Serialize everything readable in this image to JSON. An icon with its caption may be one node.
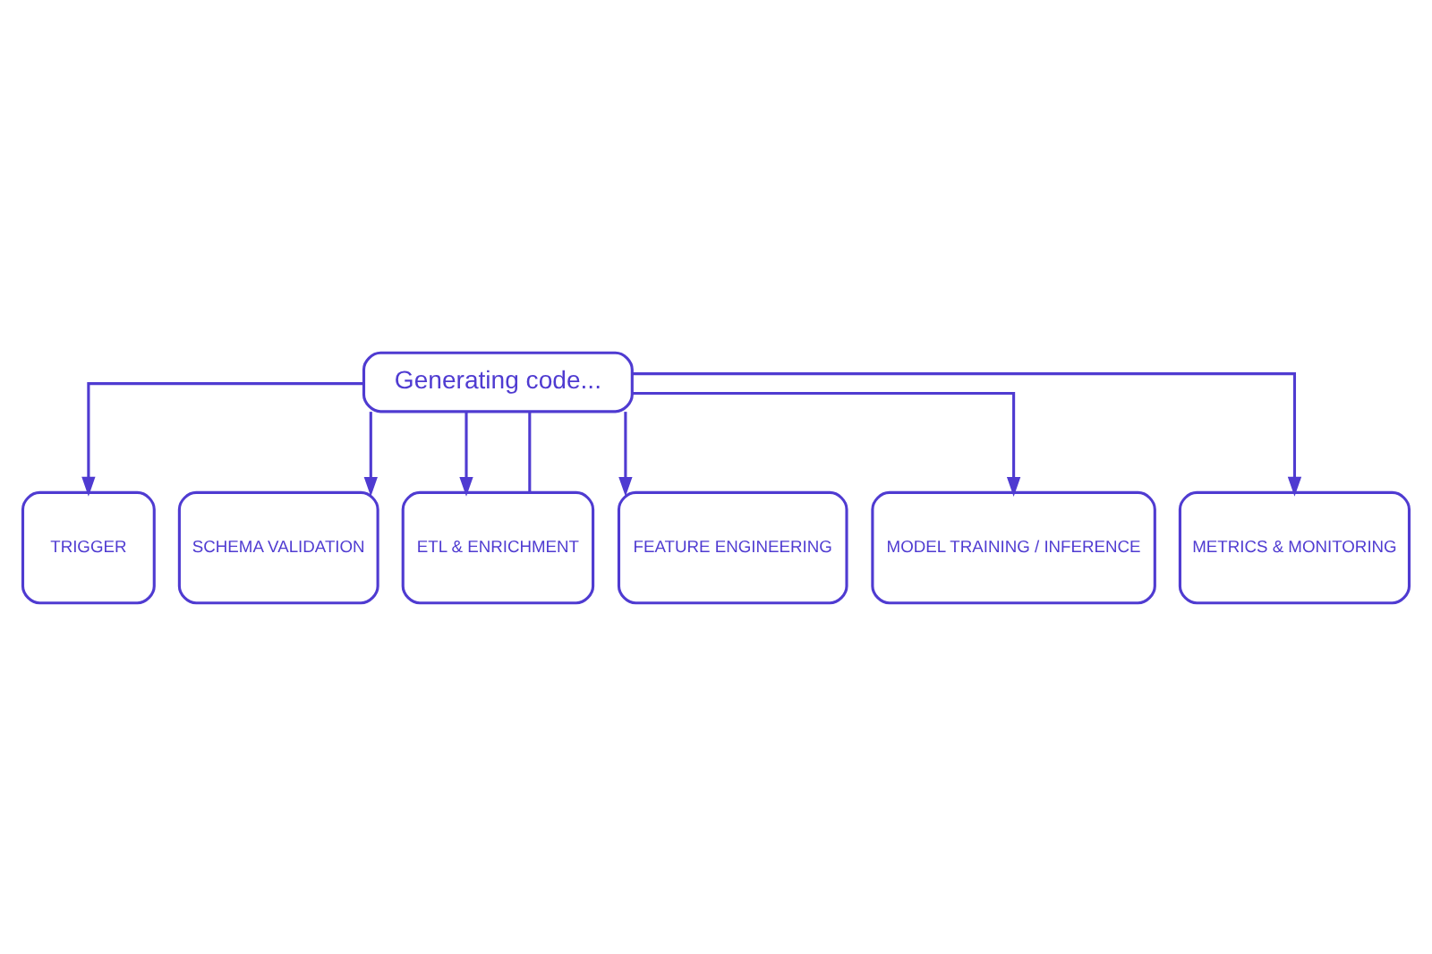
{
  "diagram": {
    "nodes": [
      {
        "text": [
          "Generating code..."
        ]
      },
      {
        "text": [
          "TRIGGER"
        ]
      },
      {
        "text": [
          "SCHEMA VALIDATION"
        ]
      },
      {
        "text": [
          "ETL & ENRICHMENT"
        ]
      },
      {
        "text": [
          "FEATURE ENGINEERING"
        ]
      },
      {
        "text": [
          "MODEL TRAINING / INFERENCE"
        ]
      },
      {
        "text": [
          "METRICS & MONITORING"
        ]
      }
    ],
    "edges": [
      {
        "from": 0,
        "to": 1,
        "arrow": "to"
      },
      {
        "from": 0,
        "to": 2,
        "arrow": "to"
      },
      {
        "from": 0,
        "to": 3,
        "arrow": "to"
      },
      {
        "from": 0,
        "to": 4,
        "arrow": "to"
      },
      {
        "from": 0,
        "to": 5,
        "arrow": "to"
      },
      {
        "from": 0,
        "to": 6,
        "arrow": "to"
      },
      {
        "from": 0,
        "to": 3,
        "arrow": "none"
      }
    ]
  }
}
